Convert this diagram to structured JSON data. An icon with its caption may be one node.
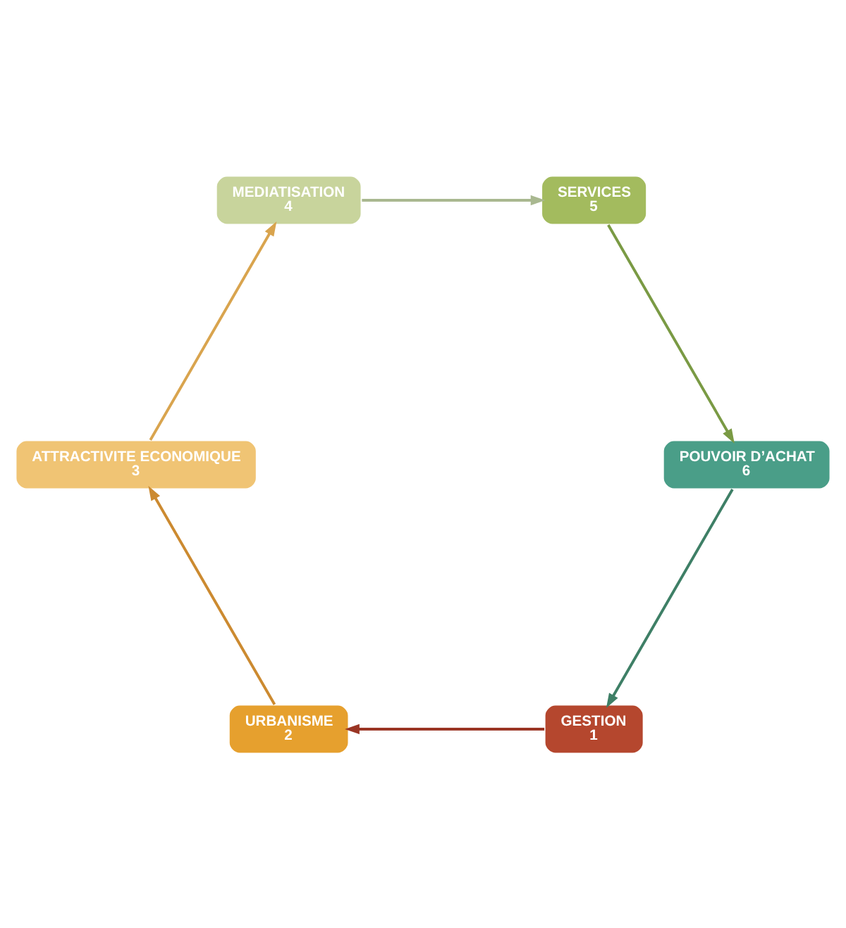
{
  "diagram": {
    "nodes": [
      {
        "text": [
          "GESTION",
          "1"
        ]
      },
      {
        "text": [
          "URBANISME",
          "2"
        ]
      },
      {
        "text": [
          "ATTRACTIVITE ECONOMIQUE",
          "3"
        ]
      },
      {
        "text": [
          "MEDIATISATION",
          "4"
        ]
      },
      {
        "text": [
          "SERVICES",
          "5"
        ]
      },
      {
        "text": [
          "POUVOIR D’ACHAT",
          "6"
        ]
      }
    ],
    "edges": [
      {
        "from": 5,
        "to": 0,
        "arrow": "to",
        "color": "#3e7f66"
      },
      {
        "from": 0,
        "to": 1,
        "arrow": "to",
        "color": "#9a3524"
      },
      {
        "from": 1,
        "to": 2,
        "arrow": "to",
        "color": "#cc8a30"
      },
      {
        "from": 2,
        "to": 3,
        "arrow": "to",
        "color": "#d9a44e"
      },
      {
        "from": 3,
        "to": 4,
        "arrow": "to",
        "color": "#a9b890"
      },
      {
        "from": 4,
        "to": 5,
        "arrow": "to",
        "color": "#7a9a44"
      }
    ]
  }
}
